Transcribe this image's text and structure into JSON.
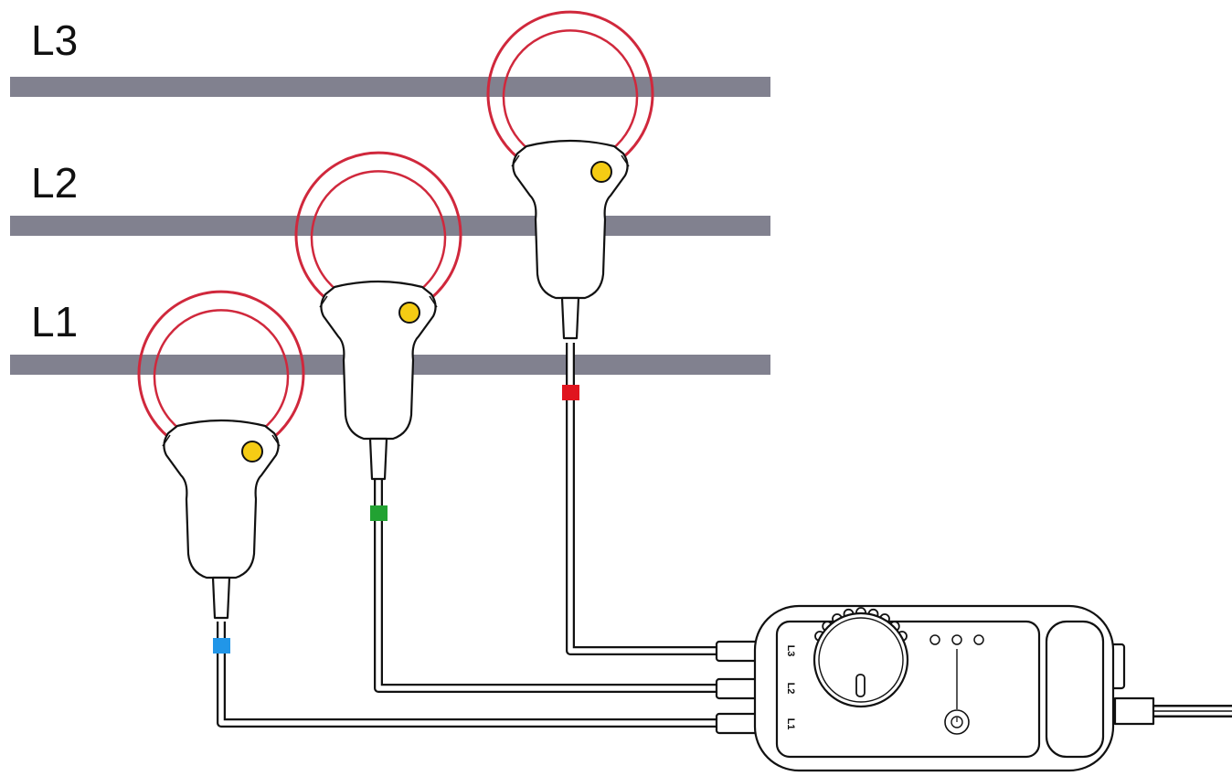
{
  "phases": [
    {
      "label": "L3",
      "tag_color": "#e0141e"
    },
    {
      "label": "L2",
      "tag_color": "#22a232"
    },
    {
      "label": "L1",
      "tag_color": "#2196e8"
    }
  ],
  "unit": {
    "port_labels": [
      "L3",
      "L2",
      "L1"
    ]
  },
  "colors": {
    "conductor": "#81818f",
    "coil": "#d0283c",
    "indicator": "#f5cc14",
    "outline": "#111111"
  },
  "icons": [
    "clamp-probe-icon",
    "rotary-dial-icon",
    "led-indicator-icon",
    "power-button-icon"
  ]
}
